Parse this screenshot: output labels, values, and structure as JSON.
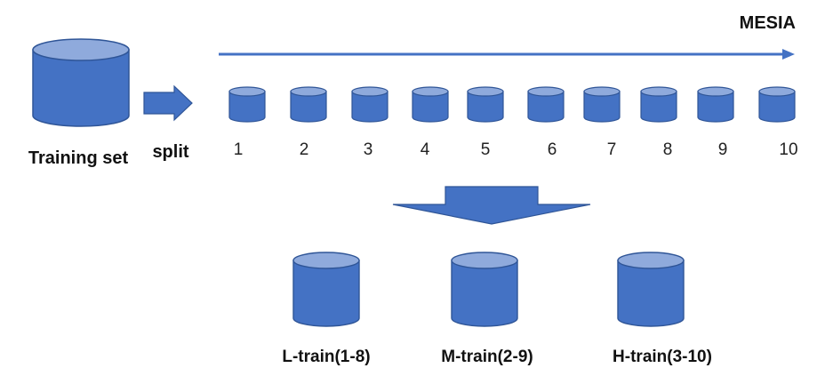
{
  "colors": {
    "fill": "#4472C4",
    "stroke": "#2F5597",
    "top": "#8FAADC",
    "text": "#111111"
  },
  "source": {
    "label": "Training set"
  },
  "split_arrow": {
    "label": "split"
  },
  "timeline": {
    "label": "MESIA"
  },
  "chunks": [
    {
      "label": "1"
    },
    {
      "label": "2"
    },
    {
      "label": "3"
    },
    {
      "label": "4"
    },
    {
      "label": "5"
    },
    {
      "label": "6"
    },
    {
      "label": "7"
    },
    {
      "label": "8"
    },
    {
      "label": "9"
    },
    {
      "label": "10"
    }
  ],
  "subsets": [
    {
      "label": "L-train(1-8)"
    },
    {
      "label": "M-train(2-9)"
    },
    {
      "label": "H-train(3-10)"
    }
  ],
  "icons": {
    "source": "database-cylinder-icon",
    "split": "arrow-right-icon",
    "timeline": "line-arrow-icon",
    "merge": "arrow-down-icon"
  }
}
